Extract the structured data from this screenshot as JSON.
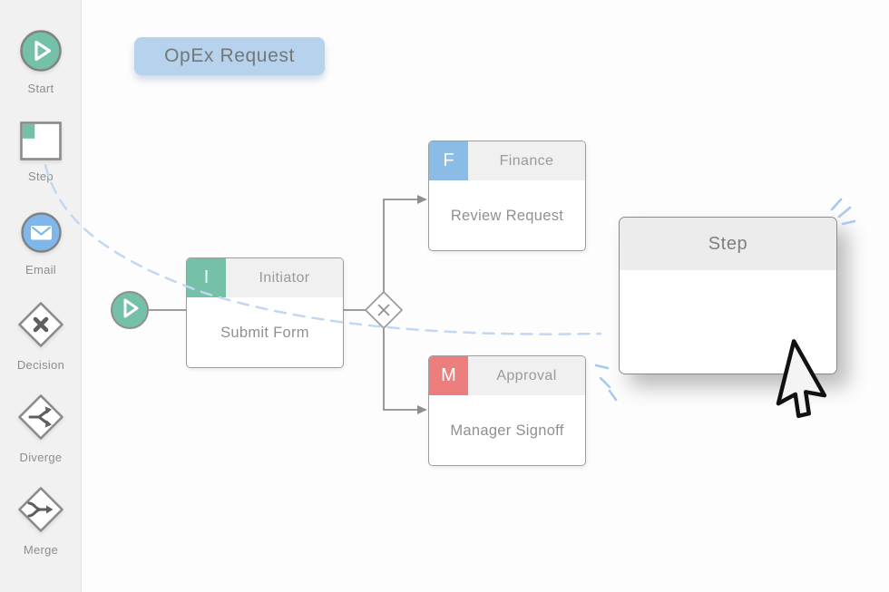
{
  "header": {
    "workflow_title": "OpEx Request"
  },
  "palette": {
    "items": [
      {
        "icon": "start-icon",
        "label": "Start"
      },
      {
        "icon": "step-icon",
        "label": "Step"
      },
      {
        "icon": "email-icon",
        "label": "Email"
      },
      {
        "icon": "decision-icon",
        "label": "Decision"
      },
      {
        "icon": "diverge-icon",
        "label": "Diverge"
      },
      {
        "icon": "merge-icon",
        "label": "Merge"
      }
    ]
  },
  "nodes": {
    "initiator": {
      "letter": "I",
      "title": "Initiator",
      "body": "Submit Form",
      "accent": "#74c0a8"
    },
    "finance": {
      "letter": "F",
      "title": "Finance",
      "body": "Review Request",
      "accent": "#8abce5"
    },
    "approval": {
      "letter": "M",
      "title": "Approval",
      "body": "Manager Signoff",
      "accent": "#ec7e7e"
    },
    "ghost_step": {
      "title": "Step"
    }
  },
  "colors": {
    "green": "#74c0a8",
    "blue": "#7fb7ec",
    "red": "#ec7e7e",
    "title_badge_bg": "#b6d2ec",
    "connector": "#8f8f8f",
    "drag_trail": "#c2d7f1",
    "sparkle": "#a9c9ec",
    "sidebar_bg": "#f1f1f1"
  }
}
